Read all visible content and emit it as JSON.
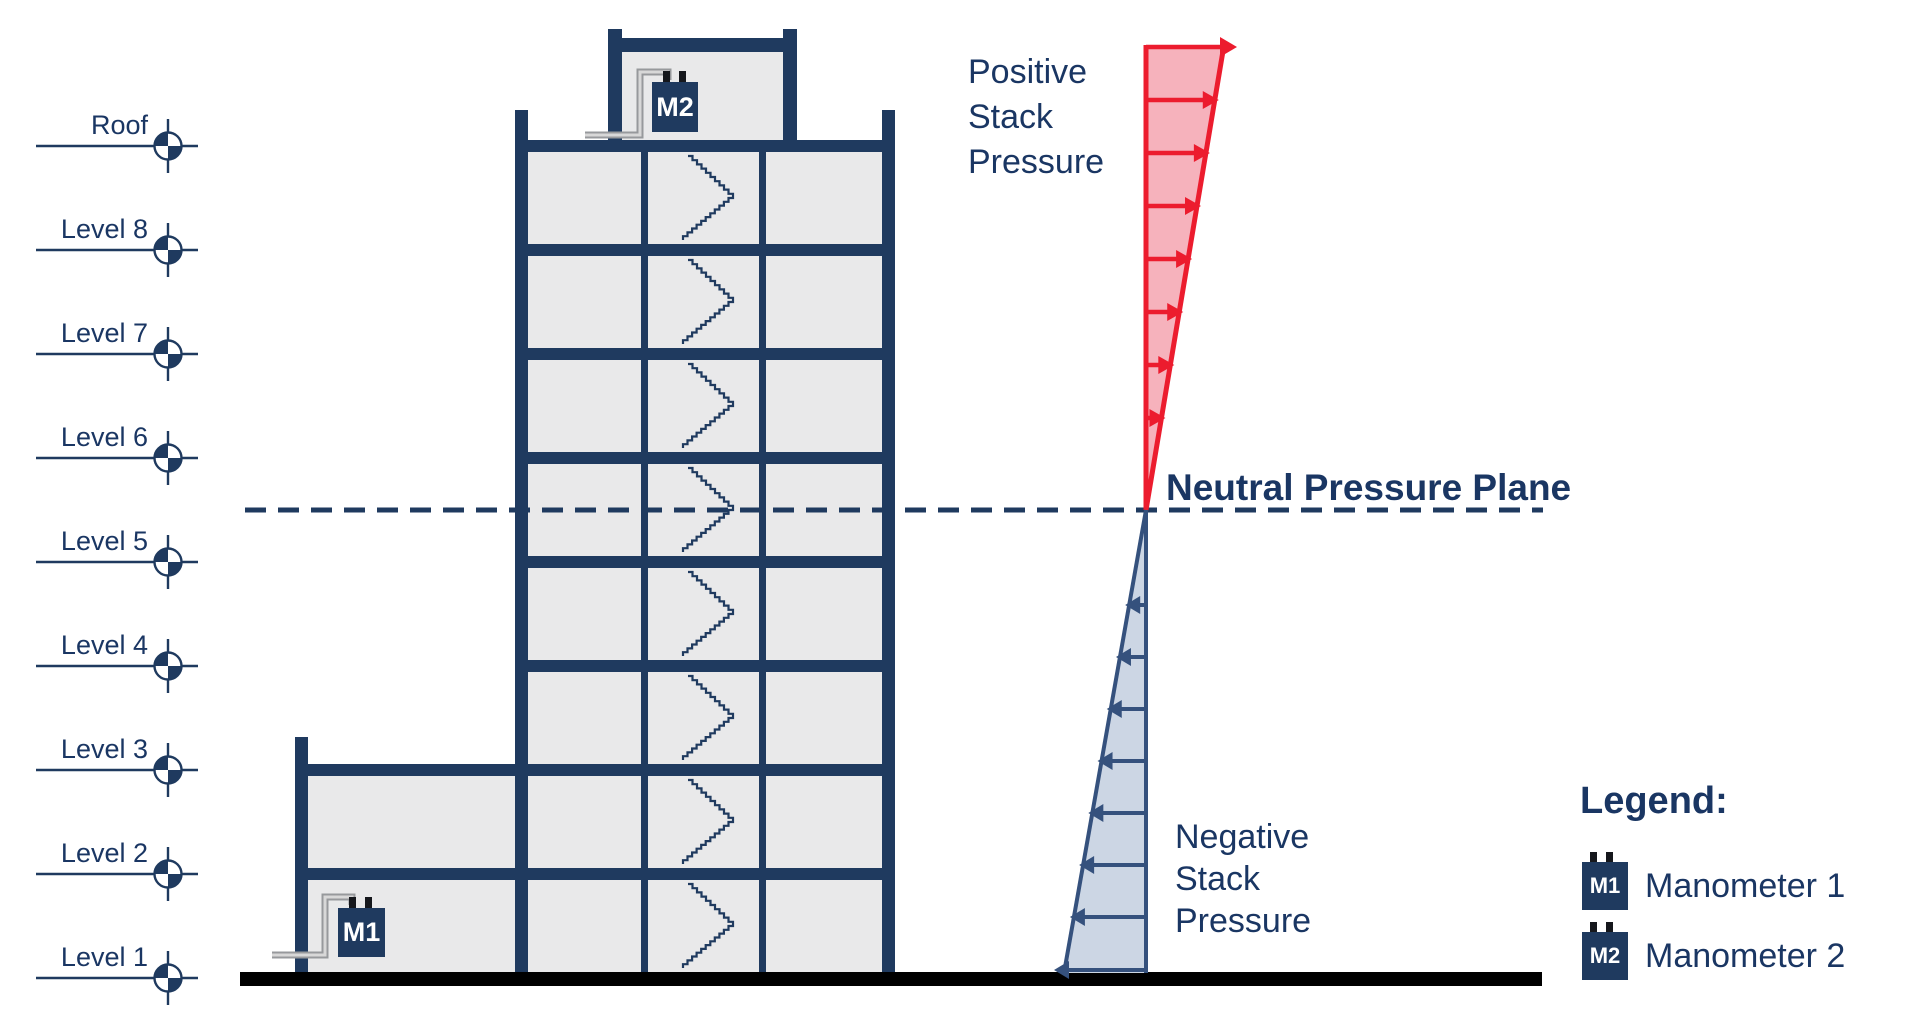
{
  "diagram": {
    "levels": [
      "Roof",
      "Level 8",
      "Level 7",
      "Level 6",
      "Level 5",
      "Level 4",
      "Level 3",
      "Level 2",
      "Level 1"
    ],
    "neutral_plane_label": "Neutral Pressure Plane",
    "positive_pressure_label": "Positive\nStack\nPressure",
    "negative_pressure_label": "Negative\nStack\nPressure",
    "manometers": {
      "m1": "M1",
      "m2": "M2"
    },
    "legend": {
      "title": "Legend:",
      "items": [
        {
          "icon": "M1",
          "label": "Manometer 1"
        },
        {
          "icon": "M2",
          "label": "Manometer 2"
        }
      ]
    },
    "colors": {
      "navy": "#1f3a5f",
      "text": "#1a3663",
      "floor": "#e9e9ea",
      "red": "#ec1c2e",
      "redFill": "#f6b2bc",
      "blue": "#35517d",
      "blueFill": "#ccd6e4",
      "tube": "#97999c",
      "tubeCore": "#d8d8d8",
      "ground": "#000000",
      "prong": "#15171c"
    }
  }
}
